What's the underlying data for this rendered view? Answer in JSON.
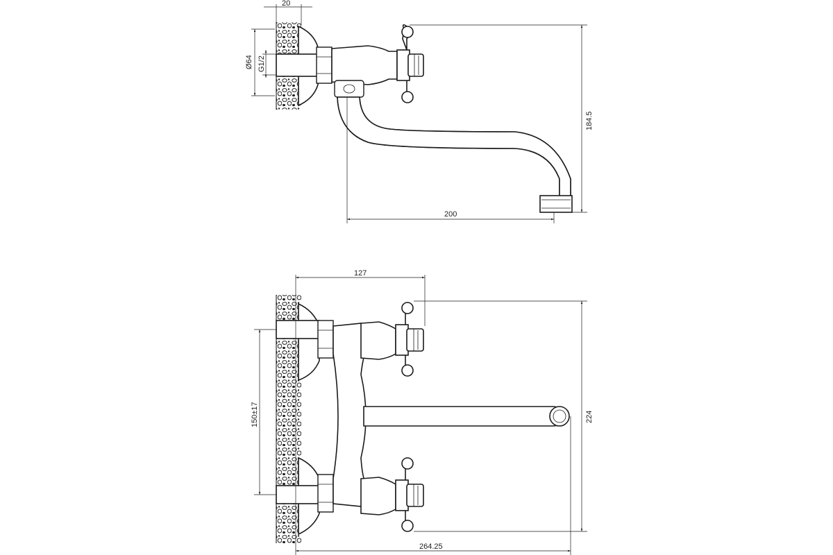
{
  "drawing": {
    "top_view": {
      "dim_wall_thickness": "20",
      "dim_flange_diameter": "Ø64",
      "dim_thread": "G1/2",
      "dim_height": "184.5",
      "dim_spout_reach": "200"
    },
    "front_view": {
      "dim_body_width": "127",
      "dim_center_distance": "150±17",
      "dim_height": "224",
      "dim_total_width": "264.25"
    }
  }
}
